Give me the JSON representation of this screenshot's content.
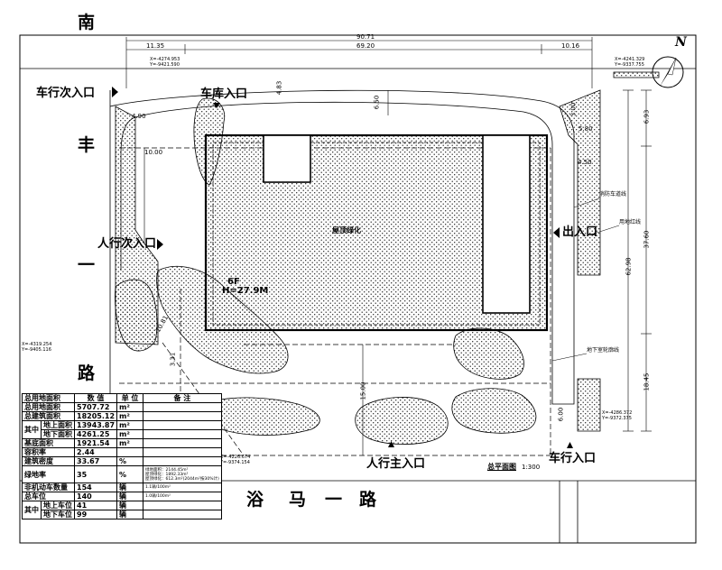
{
  "roads": {
    "top": "南",
    "left_1": "丰",
    "left_2": "一",
    "left_3": "路",
    "bottom": [
      "浴",
      "马",
      "一",
      "路"
    ]
  },
  "entrances": {
    "vehicle_secondary": "车行次入口",
    "garage": "车库入口",
    "pedestrian_secondary": "人行次入口",
    "exit_entrance": "出入口",
    "pedestrian_main": "人行主入口",
    "vehicle_main": "车行入口"
  },
  "building": {
    "roof_green": "屋顶绿化",
    "floors": "6F",
    "height": "H=27.9M"
  },
  "dimensions": {
    "total_width": "90.71",
    "left_seg": "11.35",
    "mid_seg": "69.20",
    "right_seg": "10.16",
    "right_top": "6.93",
    "right_mid": "37.60",
    "right_total": "62.98",
    "right_bottom": "18.45",
    "d_4_83": "4.83",
    "d_6_50": "6.50",
    "d_4_90": "4.90",
    "d_10_00": "10.00",
    "d_5_80": "5.80",
    "d_4_50": "4.50",
    "d_15_00": "15.00",
    "d_10_81": "10.81",
    "d_6_00": "6.00",
    "d_3_31": "3.31",
    "d_3_00": "3.00"
  },
  "coords": {
    "c1": [
      "X=-4274.953",
      "Y=-9421.590"
    ],
    "c2": [
      "X=-4241.329",
      "Y=-9337.755"
    ],
    "c3": [
      "X=-4319.254",
      "Y=-9405.116"
    ],
    "c4": [
      "X=-4286.372",
      "Y=-9372.375"
    ],
    "c5": [
      "X=-4226.674",
      "Y=-9374.154"
    ]
  },
  "callouts": {
    "c1": "消防车道线",
    "c2": "用地红线",
    "c3": "地下室轮廓线"
  },
  "north": "N",
  "plan_title": "总平面图",
  "plan_scale": "1:300",
  "table": {
    "headers": [
      "总用地面积",
      "数 值",
      "单 位",
      "备 注"
    ],
    "rows": [
      {
        "name": "总用地面积",
        "value": "5707.72",
        "unit": "m²"
      },
      {
        "name": "总建筑面积",
        "value": "18205.12",
        "unit": "m²"
      },
      {
        "group": "其中",
        "name": "地上面积",
        "value": "13943.87",
        "unit": "m²"
      },
      {
        "name": "地下面积",
        "value": "4261.25",
        "unit": "m²"
      },
      {
        "name": "基底面积",
        "value": "1921.54",
        "unit": "m²"
      },
      {
        "name": "容积率",
        "value": "2.44",
        "unit": ""
      },
      {
        "name": "建筑密度",
        "value": "33.67",
        "unit": "%"
      },
      {
        "name": "绿地率",
        "value": "35",
        "unit": "%"
      },
      {
        "name": "非机动车数量",
        "value": "154",
        "unit": "辆",
        "note": "1.1辆/100m²"
      },
      {
        "name": "总车位",
        "value": "140",
        "unit": "辆",
        "note": "1.0辆/100m²"
      },
      {
        "group": "其中",
        "name": "地上车位",
        "value": "41",
        "unit": "辆"
      },
      {
        "name": "地下车位",
        "value": "99",
        "unit": "辆"
      }
    ],
    "green_note": [
      "绿地面积：2144.45m²",
      "屋顶绿化：1892.33m²",
      "屋顶绿化：612.3m²(2044m²按30%计)"
    ]
  }
}
